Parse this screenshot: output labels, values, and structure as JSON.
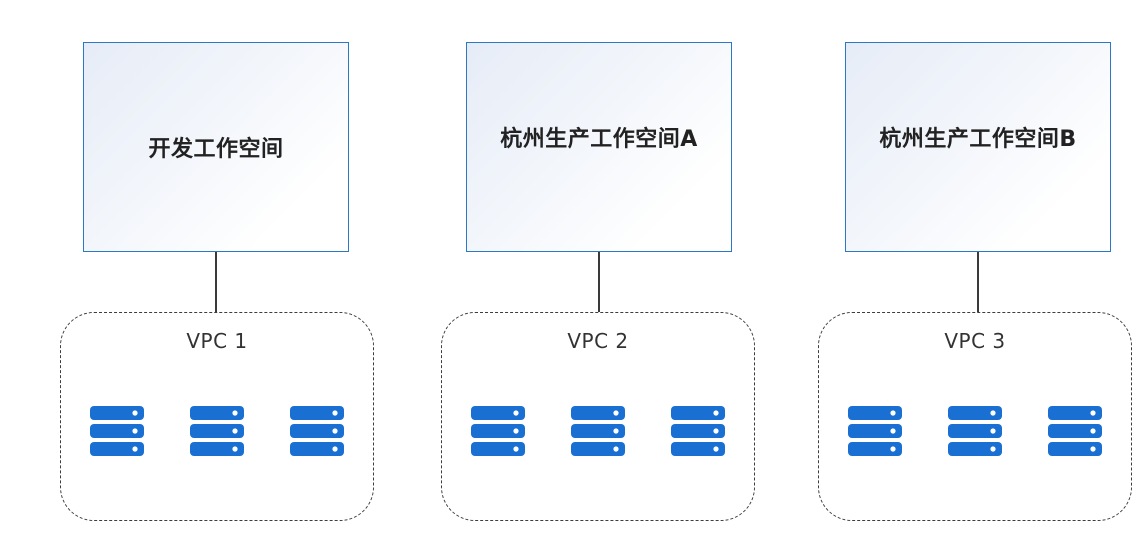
{
  "workspaces": [
    {
      "label": "开发工作空间"
    },
    {
      "label": "杭州生产工作空间A"
    },
    {
      "label": "杭州生产工作空间B"
    }
  ],
  "vpcs": [
    {
      "label": "VPC 1",
      "server_count": 3
    },
    {
      "label": "VPC 2",
      "server_count": 3
    },
    {
      "label": "VPC 3",
      "server_count": 3
    }
  ],
  "colors": {
    "workspace_border": "#2b78c5",
    "server_blue": "#1a6fd2",
    "connector": "#3a3a3a",
    "vpc_border": "#3d3d3d"
  },
  "icons": {
    "server": "server-stack-icon"
  }
}
